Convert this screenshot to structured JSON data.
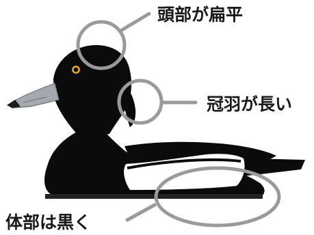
{
  "figure": {
    "subject": "duck-illustration"
  },
  "annotations": [
    {
      "id": "head",
      "label": "頭部が扁平"
    },
    {
      "id": "crest",
      "label": "冠羽が長い"
    },
    {
      "id": "body",
      "label": "体部は黒く"
    }
  ],
  "colors": {
    "body": "#0b0b0b",
    "white_patch": "#ffffff",
    "bill": "#a3a9ae",
    "bill_tip": "#1b1b1b",
    "eye": "#e0a623",
    "callout": "#9a9a9a",
    "waterline": "#222222"
  }
}
